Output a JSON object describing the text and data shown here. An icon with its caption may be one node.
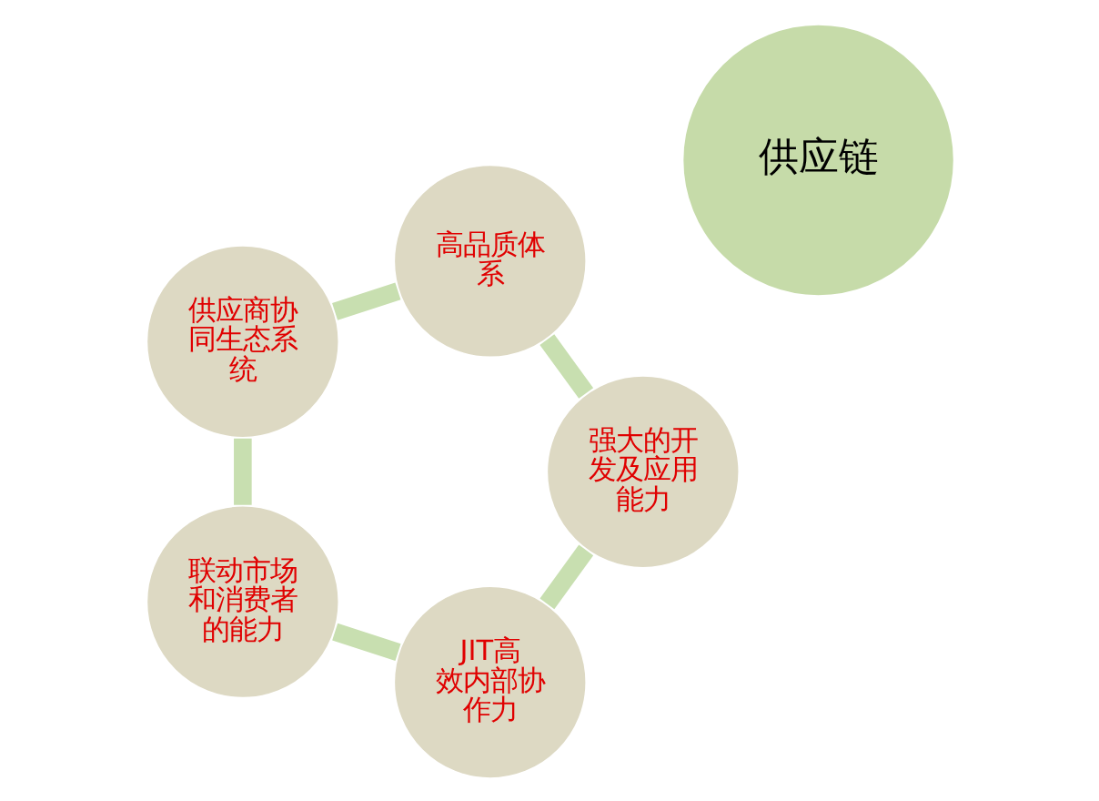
{
  "diagram": {
    "nodes": [
      {
        "text": [
          "供应链"
        ]
      },
      {
        "text": [
          "JIT高效内部协作力"
        ]
      },
      {
        "text": [
          "联动市场和消费者的能力"
        ]
      },
      {
        "text": [
          "供应商协同生态系统"
        ]
      },
      {
        "text": [
          "高品质体系"
        ]
      },
      {
        "text": [
          "强大的开发及应用能力"
        ]
      }
    ],
    "edges": [
      {
        "from": 1,
        "to": 2,
        "arrow": "none"
      },
      {
        "from": 2,
        "to": 3,
        "arrow": "none"
      },
      {
        "from": 3,
        "to": 4,
        "arrow": "none"
      },
      {
        "from": 4,
        "to": 5,
        "arrow": "none"
      },
      {
        "from": 5,
        "to": 1,
        "arrow": "none"
      }
    ]
  }
}
